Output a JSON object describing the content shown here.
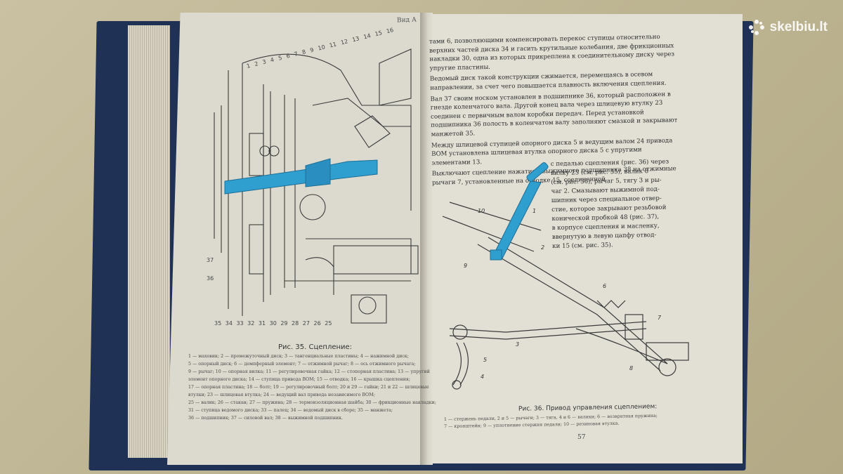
{
  "watermark": {
    "text": "skelbiu.lt"
  },
  "left_page": {
    "view_label": "Вид А",
    "callouts_top": "1  2  3  4  5  6  7  8  9  10  11  12  13  14  15  16",
    "callouts_bottom": "35 34   33 32 31 30   29 28 27 26 25",
    "callout_left_1": "37",
    "callout_left_2": "36",
    "figure_caption": "Рис. 35. Сцепление:",
    "legend_lines": [
      "1 — маховик; 2 — промежуточный диск; 3 — тангенциальные пластины; 4 — нажимной диск;",
      "5 — опорный диск; 6 — демпферный элемент; 7 — отжимной рычаг; 8 — ось отжимного рычага;",
      "9 — рычаг; 10 — опорная вилка; 11 — регулировочная гайка; 12 — стопорная пластина; 13 — упругий",
      "элемент опорного диска; 14 — ступица привода ВОМ; 15 — отводка; 16 — крышка сцепления;",
      "17 — опорная пластина; 18 — болт; 19 — регулировочный болт; 20 и 29 — гайки; 21 и 22 — шлицевые",
      "втулки; 23 — шлицевая втулка; 24 — ведущий вал привода независимого ВОМ;",
      "25 — валик; 26 — стакан; 27 — пружина; 28 — термоизоляционная шайба; 30 — фрикционные накладки;",
      "31 — ступица ведомого диска; 33 — палец; 34 — ведомый диск в сборе; 35 — манжета;",
      "36 — подшипник; 37 — силовой вал; 38 — выжимной подшипник."
    ]
  },
  "right_page": {
    "paragraphs": [
      "тами 6, позволяющими компенсировать перекос ступицы относительно верхних частей диска 34 и гасить крутильные колебания, две фрикционных накладки 30, одна из которых прикреплена к соединительному диску через упругие пластины.",
      "Ведомый диск такой конструкции сжимается, перемещаясь в осевом направлении, за счет чего повышается плавность включения сцепления.",
      "Вал 37 своим носком установлен в подшипнике 36, который расположен в гнезде коленчатого вала. Другой конец вала через шлицевую втулку 23 соединен с первичным валом коробки передач. Перед установкой подшипника 36 полость в коленчатом валу заполняют смазкой и закрывают манжетой 35.",
      "Между шлицевой ступицей опорного диска 5 и ведущим валом 24 привода ВОМ установлена шлицевая втулка опорного диска 5 с упругими элементами 13.",
      "Выключают сцепление нажатием выжимного подшипника 38 на отжимные рычаги 7, установленные на отводке 15, соединенной"
    ],
    "side_lines": [
      "с педалью сцепления (рис. 36) через",
      "вилку 25 (см. рис. 35), валик 8",
      "(см. рис. 36), рычаг 5, тягу 3 и ры-",
      "чаг 2. Смазывают выжимной под-",
      "шипник через специальное отвер-",
      "стие, которое закрывают резьбовой",
      "конической пробкой 48 (рис. 37),",
      "в корпусе сцепления и масленку,",
      "ввернутую в левую цапфу отвод-",
      "ки 15 (см. рис. 35)."
    ],
    "figure_labels": {
      "l1": "1",
      "l2": "2",
      "l3": "3",
      "l4": "4",
      "l5": "5",
      "l6": "6",
      "l7": "7",
      "l8": "8",
      "l9": "9",
      "l10": "10"
    },
    "figure_caption": "Рис. 36. Привод управления сцеплением:",
    "legend_lines": [
      "1 — стержень педали, 2 и 5 — рычаги; 3 — тяга, 4 и 6 — валики; 6 — возвратная пружина;",
      "7 — кронштейн; 9 — уплотнение стержня педали; 10 — резиновая втулка."
    ],
    "page_number": "57"
  },
  "colors": {
    "cover": "#1f3154",
    "highlight": "#2f9fd0",
    "ink": "#3b3b3b",
    "paper": "#e2dfd5"
  }
}
